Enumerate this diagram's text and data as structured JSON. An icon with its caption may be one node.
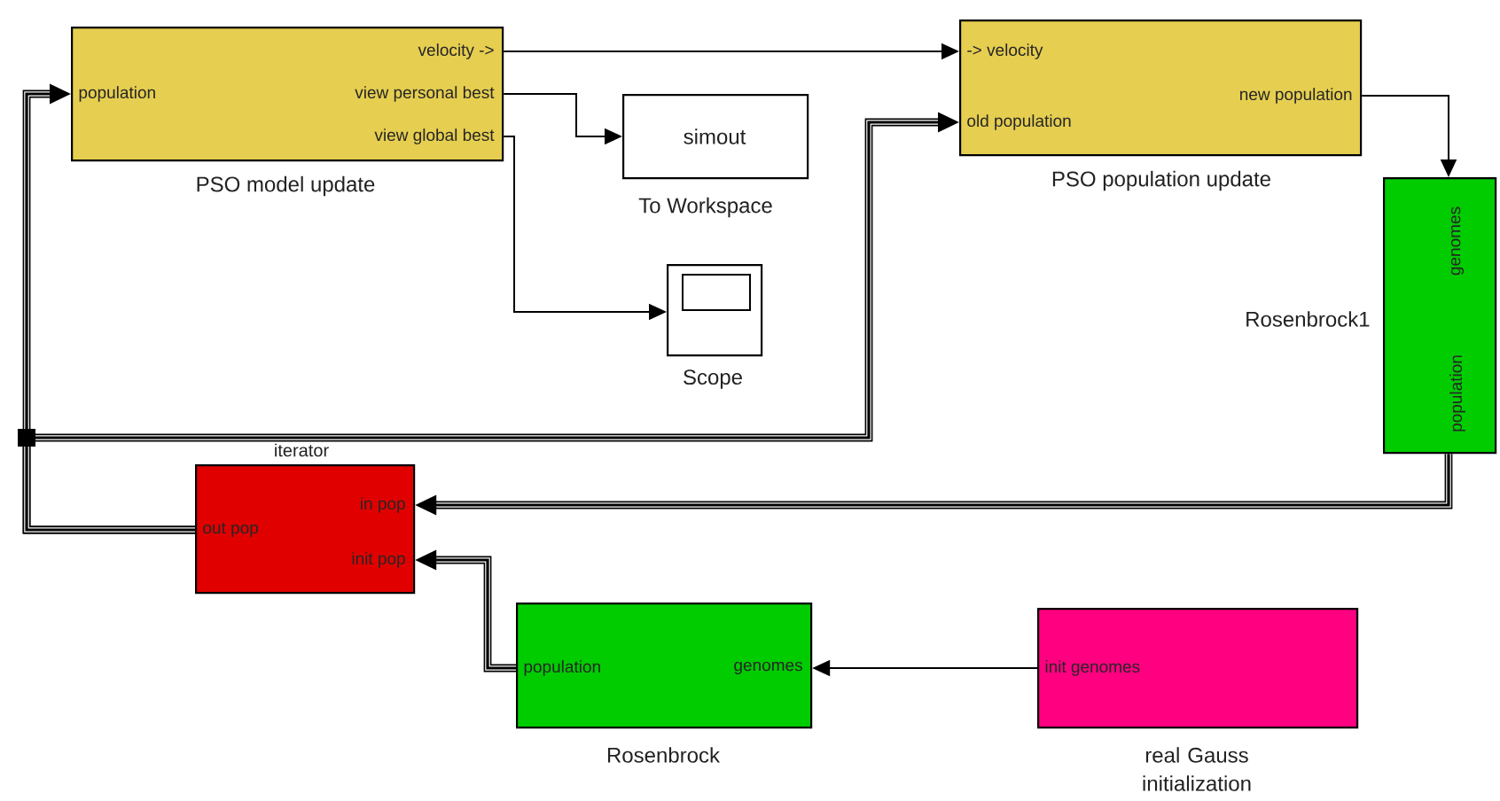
{
  "diagram": {
    "nodes": [
      {
        "text": [
          "velocity ->",
          "population",
          "view personal best",
          "view global best"
        ],
        "beside": [
          "PSO model update"
        ]
      },
      {
        "text": [
          "simout"
        ],
        "beside": [
          "To Workspace"
        ]
      },
      {
        "text": [],
        "shape": "box",
        "beside": [
          "Scope"
        ]
      },
      {
        "text": [
          "-> velocity",
          "new population",
          "old population"
        ],
        "beside": [
          "PSO population update"
        ]
      },
      {
        "text": [
          "genomes",
          "population"
        ],
        "beside": [
          "Rosenbrock1"
        ]
      },
      {
        "text": [
          "in pop",
          "out pop",
          "init pop"
        ],
        "beside": [
          "iterator"
        ]
      },
      {
        "text": [
          "population",
          "genomes"
        ],
        "beside": [
          "Rosenbrock"
        ]
      },
      {
        "text": [
          "init genomes"
        ],
        "beside": [
          "real Gauss initialization"
        ]
      }
    ],
    "edges": [
      {
        "from": 0,
        "to": 3,
        "arrow": "to"
      },
      {
        "from": 0,
        "to": 1,
        "arrow": "to"
      },
      {
        "from": 0,
        "to": 2,
        "arrow": "to"
      },
      {
        "from": 3,
        "to": 4,
        "arrow": "to"
      },
      {
        "from": 4,
        "to": 5,
        "arrow": "to",
        "style": "thick"
      },
      {
        "from": 5,
        "to": 0,
        "arrow": "to",
        "style": "thick"
      },
      {
        "from": 5,
        "to": 3,
        "arrow": "to",
        "style": "thick"
      },
      {
        "from": 6,
        "to": 5,
        "arrow": "to",
        "style": "thick"
      },
      {
        "from": 7,
        "to": 6,
        "arrow": "to"
      }
    ]
  }
}
